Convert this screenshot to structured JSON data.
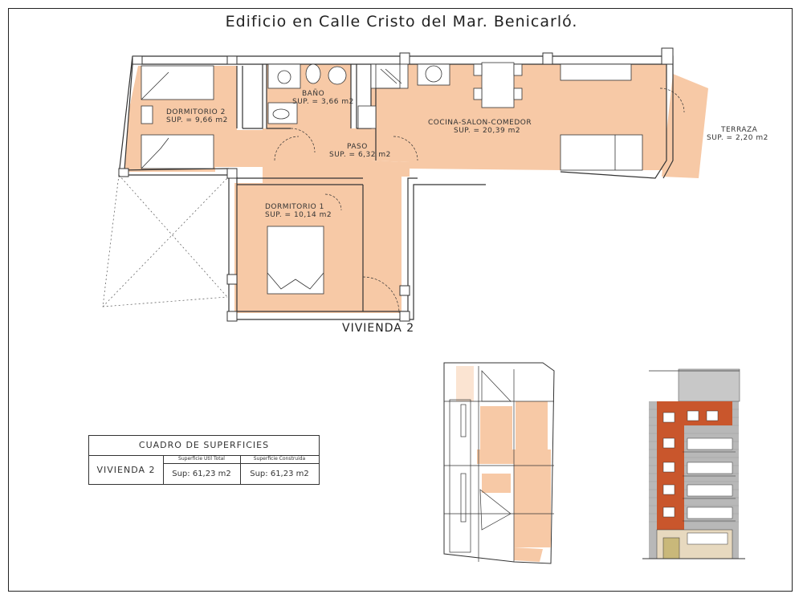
{
  "title": "Edificio en Calle Cristo del Mar. Benicarló.",
  "plan": {
    "rooms": {
      "dormitorio2": {
        "name": "DORMITORIO 2",
        "area": "SUP. = 9,66 m2"
      },
      "bano": {
        "name": "BAÑO",
        "area": "SUP. = 3,66 m2"
      },
      "cocina": {
        "name": "COCINA-SALON-COMEDOR",
        "area": "SUP. = 20,39 m2"
      },
      "terraza": {
        "name": "TERRAZA",
        "area": "SUP. = 2,20 m2"
      },
      "paso": {
        "name": "PASO",
        "area": "SUP. = 6,32 m2"
      },
      "dormitorio1": {
        "name": "DORMITORIO 1",
        "area": "SUP. = 10,14 m2"
      }
    },
    "unit_label": "VIVIENDA 2"
  },
  "table": {
    "title": "CUADRO DE SUPERFICIES",
    "row_label": "VIVIENDA 2",
    "col1_header": "Superficie Útil Total",
    "col2_header": "Superficie Construida",
    "col1_value": "Sup: 61,23 m2",
    "col2_value": "Sup: 61,23 m2"
  },
  "colors": {
    "room_fill": "#f7c9a6",
    "wall": "#ffffff",
    "line": "#333333",
    "facade_red": "#c9562c",
    "facade_grey": "#b8b8b8",
    "facade_beige": "#e7d9bf"
  }
}
